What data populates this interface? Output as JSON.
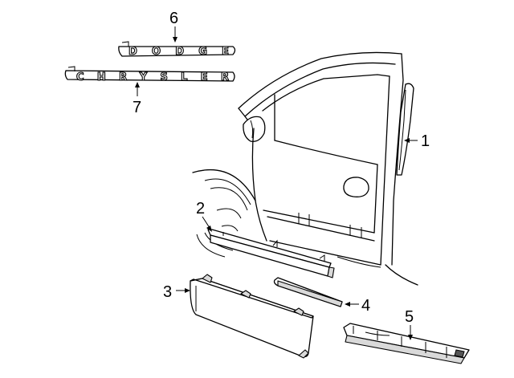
{
  "callouts": [
    {
      "id": "1",
      "label": "1"
    },
    {
      "id": "2",
      "label": "2"
    },
    {
      "id": "3",
      "label": "3"
    },
    {
      "id": "4",
      "label": "4"
    },
    {
      "id": "5",
      "label": "5"
    },
    {
      "id": "6",
      "label": "6"
    },
    {
      "id": "7",
      "label": "7"
    }
  ],
  "badges": {
    "dodge": "DODGE",
    "chrysler": "CHRYSLER"
  }
}
